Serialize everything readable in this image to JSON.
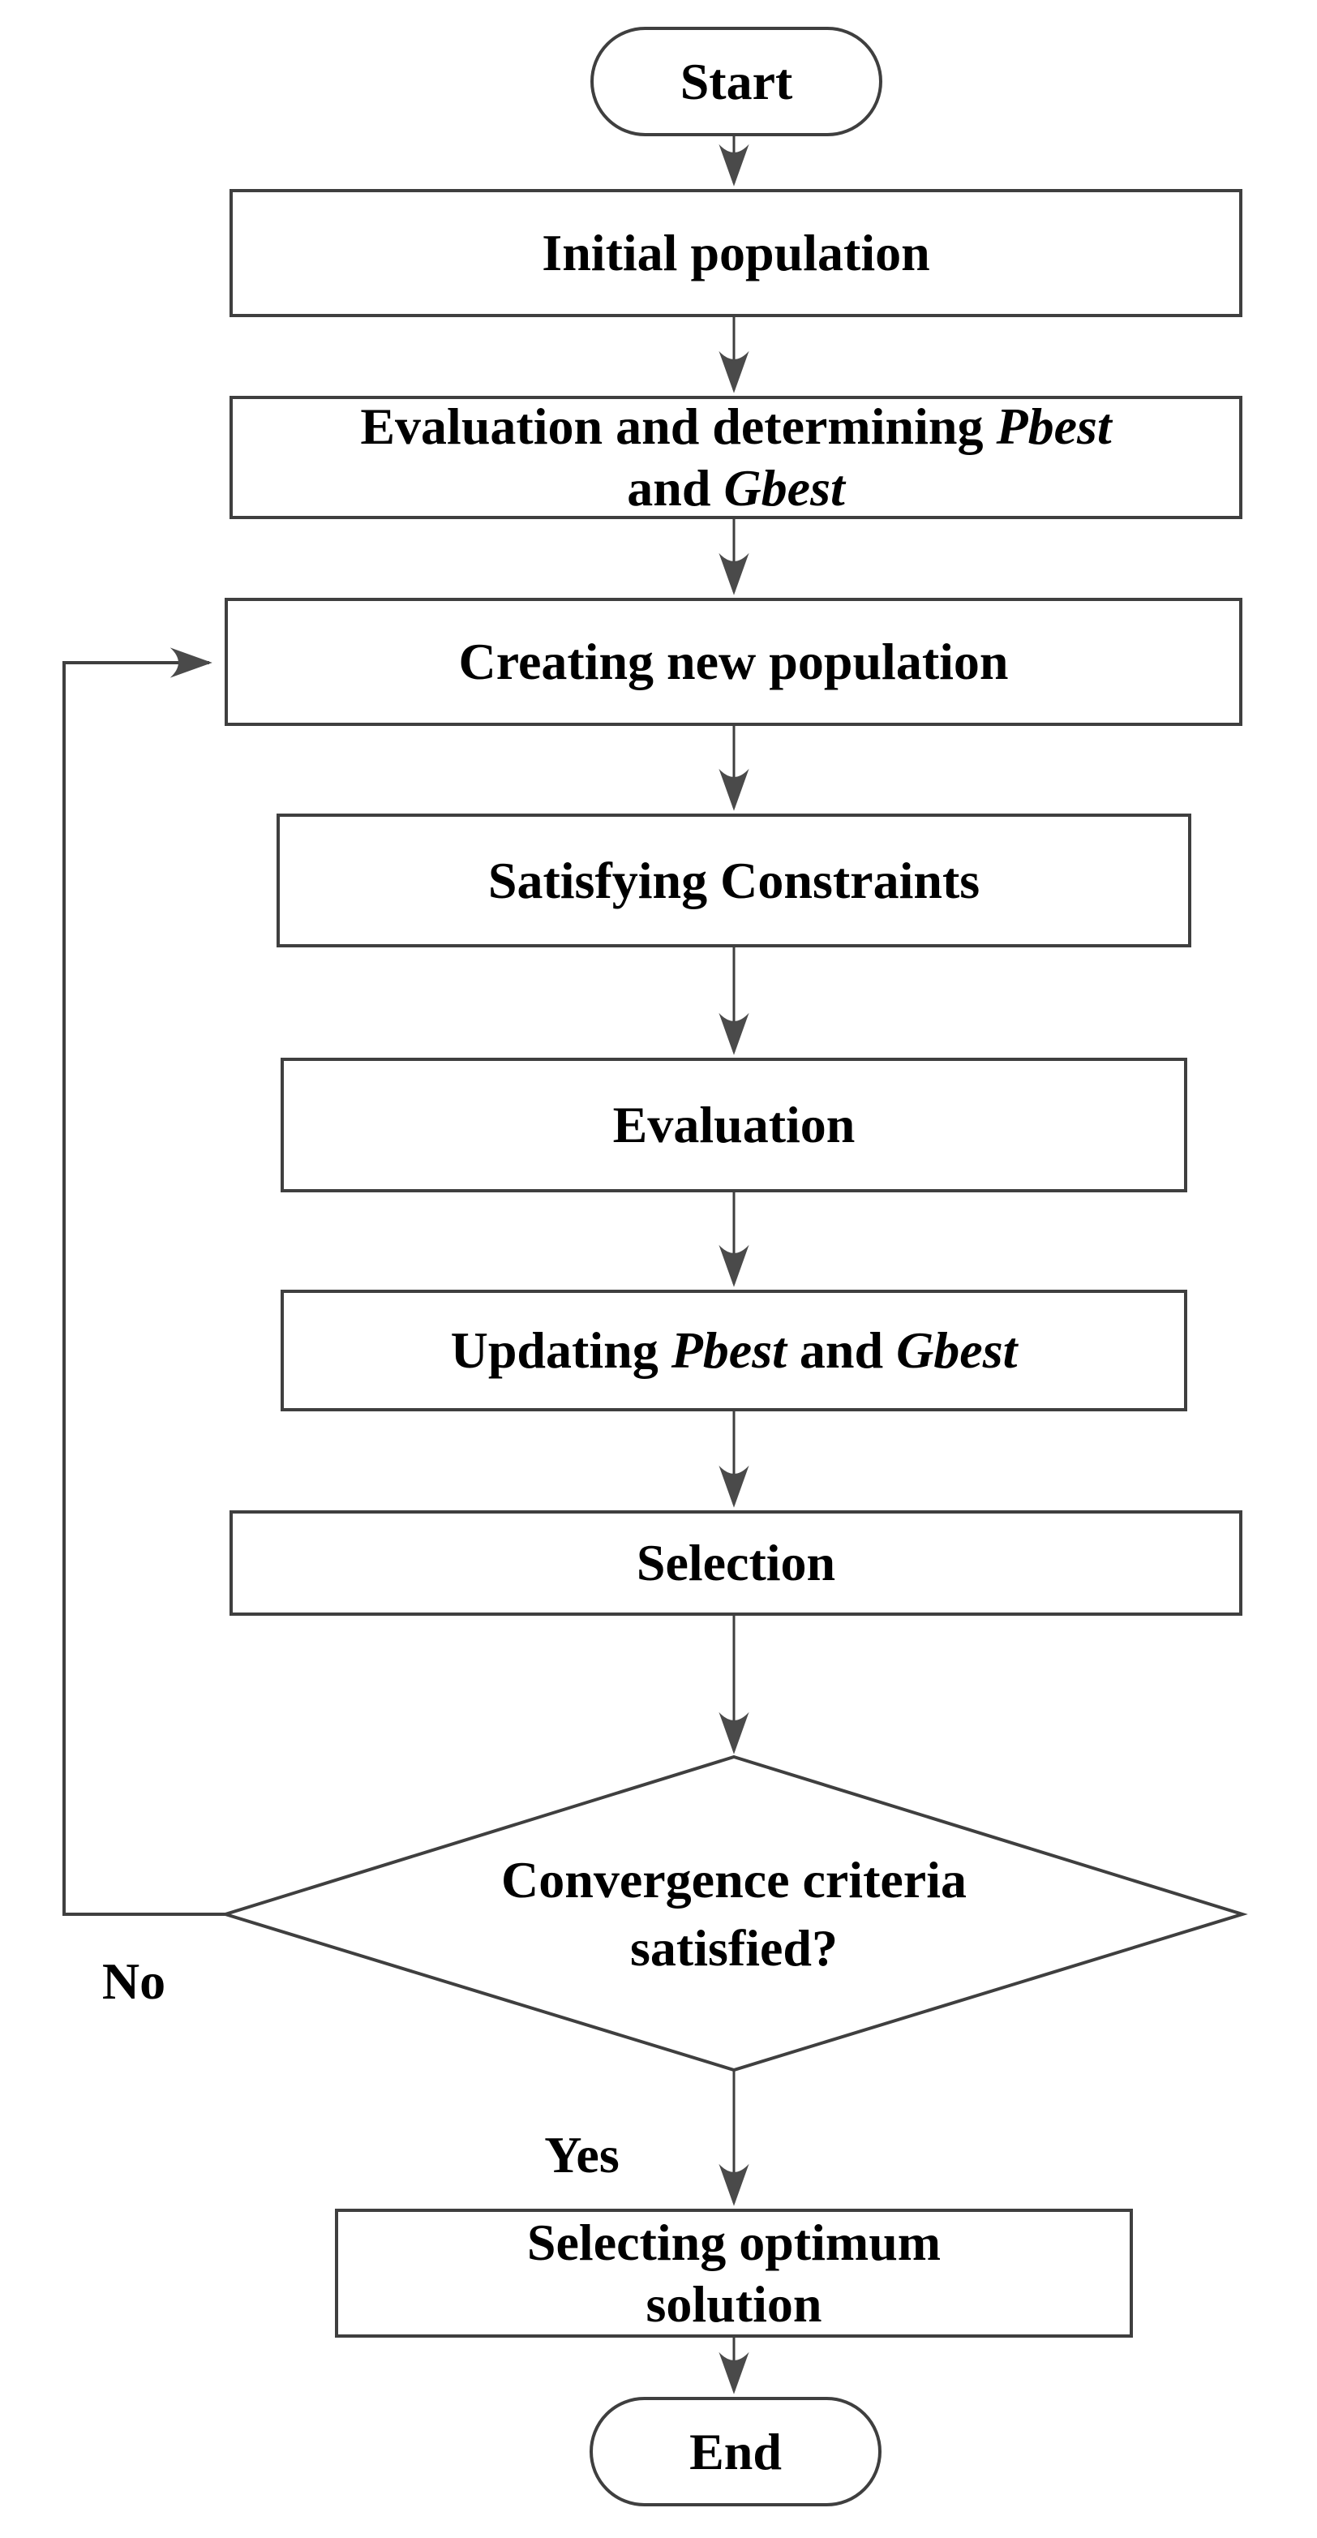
{
  "diagram": {
    "background": "#ffffff",
    "stroke_color": "#3f3f3f",
    "text_color": "#000000",
    "nodes": {
      "start": {
        "label": "Start"
      },
      "initial_population": {
        "label": "Initial population"
      },
      "evaluation_determining": {
        "line1": {
          "text": "Evaluation and determining",
          "italic": "Pbest"
        },
        "line2": {
          "text": "and",
          "italic": "Gbest"
        }
      },
      "creating_new_population": {
        "label": "Creating new population"
      },
      "satisfying_constraints": {
        "label": "Satisfying Constraints"
      },
      "evaluation": {
        "label": "Evaluation"
      },
      "updating": {
        "part1": "Updating",
        "italic1": "Pbest",
        "part2": "and",
        "italic2": "Gbest"
      },
      "selection": {
        "label": "Selection"
      },
      "decision": {
        "line1": "Convergence criteria",
        "line2": "satisfied?"
      },
      "selecting_optimum": {
        "line1": "Selecting optimum",
        "line2": "solution"
      },
      "end": {
        "label": "End"
      }
    },
    "edge_labels": {
      "no": "No",
      "yes": "Yes"
    }
  }
}
